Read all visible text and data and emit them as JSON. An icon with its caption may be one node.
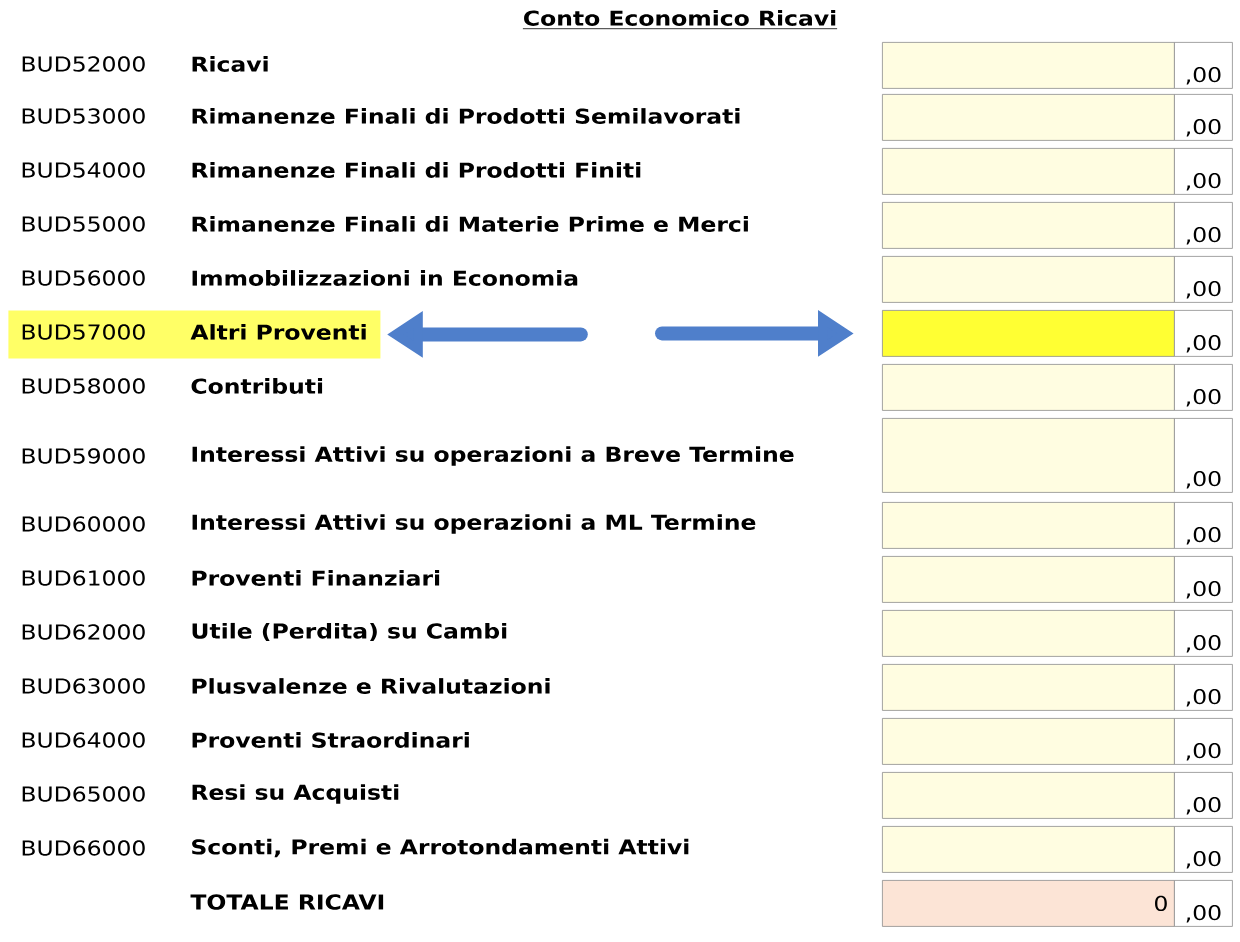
{
  "diagram": {
    "title": "Conto Economico Ricavi",
    "nodes": [
      {
        "text": [],
        "shape": "box",
        "beside": [
          ",00"
        ]
      },
      {
        "text": [],
        "shape": "box",
        "beside": [
          ",00"
        ]
      },
      {
        "text": [],
        "shape": "box",
        "beside": [
          ",00"
        ]
      },
      {
        "text": [],
        "shape": "box",
        "beside": [
          ",00"
        ]
      },
      {
        "text": [],
        "shape": "box",
        "beside": [
          ",00"
        ]
      },
      {
        "text": [
          "BUD57000",
          "Altri Proventi"
        ]
      },
      {
        "text": [],
        "shape": "box",
        "beside": [
          ",00"
        ]
      },
      {
        "text": [],
        "shape": "box",
        "beside": [
          ",00"
        ]
      },
      {
        "text": [],
        "shape": "box",
        "beside": [
          ",00"
        ]
      },
      {
        "text": [],
        "shape": "box",
        "beside": [
          ",00"
        ]
      },
      {
        "text": [],
        "shape": "box",
        "beside": [
          ",00"
        ]
      },
      {
        "text": [],
        "shape": "box",
        "beside": [
          ",00"
        ]
      },
      {
        "text": [],
        "shape": "box",
        "beside": [
          ",00"
        ]
      },
      {
        "text": [],
        "shape": "box",
        "beside": [
          ",00"
        ]
      },
      {
        "text": [],
        "shape": "box",
        "beside": [
          ",00"
        ]
      },
      {
        "text": [],
        "shape": "box",
        "beside": [
          ",00"
        ]
      },
      {
        "text": [
          "0"
        ],
        "beside": [
          ",00"
        ]
      }
    ],
    "edges": [
      {
        "from": null,
        "to": 5,
        "arrow": "to"
      },
      {
        "from": null,
        "to": 6,
        "arrow": "to"
      }
    ],
    "labels": [
      "BUD52000",
      "Ricavi",
      "BUD53000",
      "Rimanenze Finali di Prodotti Semilavorati",
      "BUD54000",
      "Rimanenze Finali di Prodotti Finiti",
      "BUD55000",
      "Rimanenze Finali di Materie Prime e Merci",
      "BUD56000",
      "Immobilizzazioni in Economia",
      "BUD58000",
      "Contributi",
      "BUD59000",
      "Interessi Attivi su operazioni a Breve Termine",
      "BUD60000",
      "Interessi Attivi su operazioni a ML Termine",
      "BUD61000",
      "Proventi Finanziari",
      "BUD62000",
      "Utile (Perdita) su Cambi",
      "BUD63000",
      "Plusvalenze e Rivalutazioni",
      "BUD64000",
      "Proventi Straordinari",
      "BUD65000",
      "Resi su Acquisti",
      "BUD66000",
      "Sconti, Premi e Arrotondamenti  Attivi",
      "TOTALE RICAVI"
    ]
  }
}
